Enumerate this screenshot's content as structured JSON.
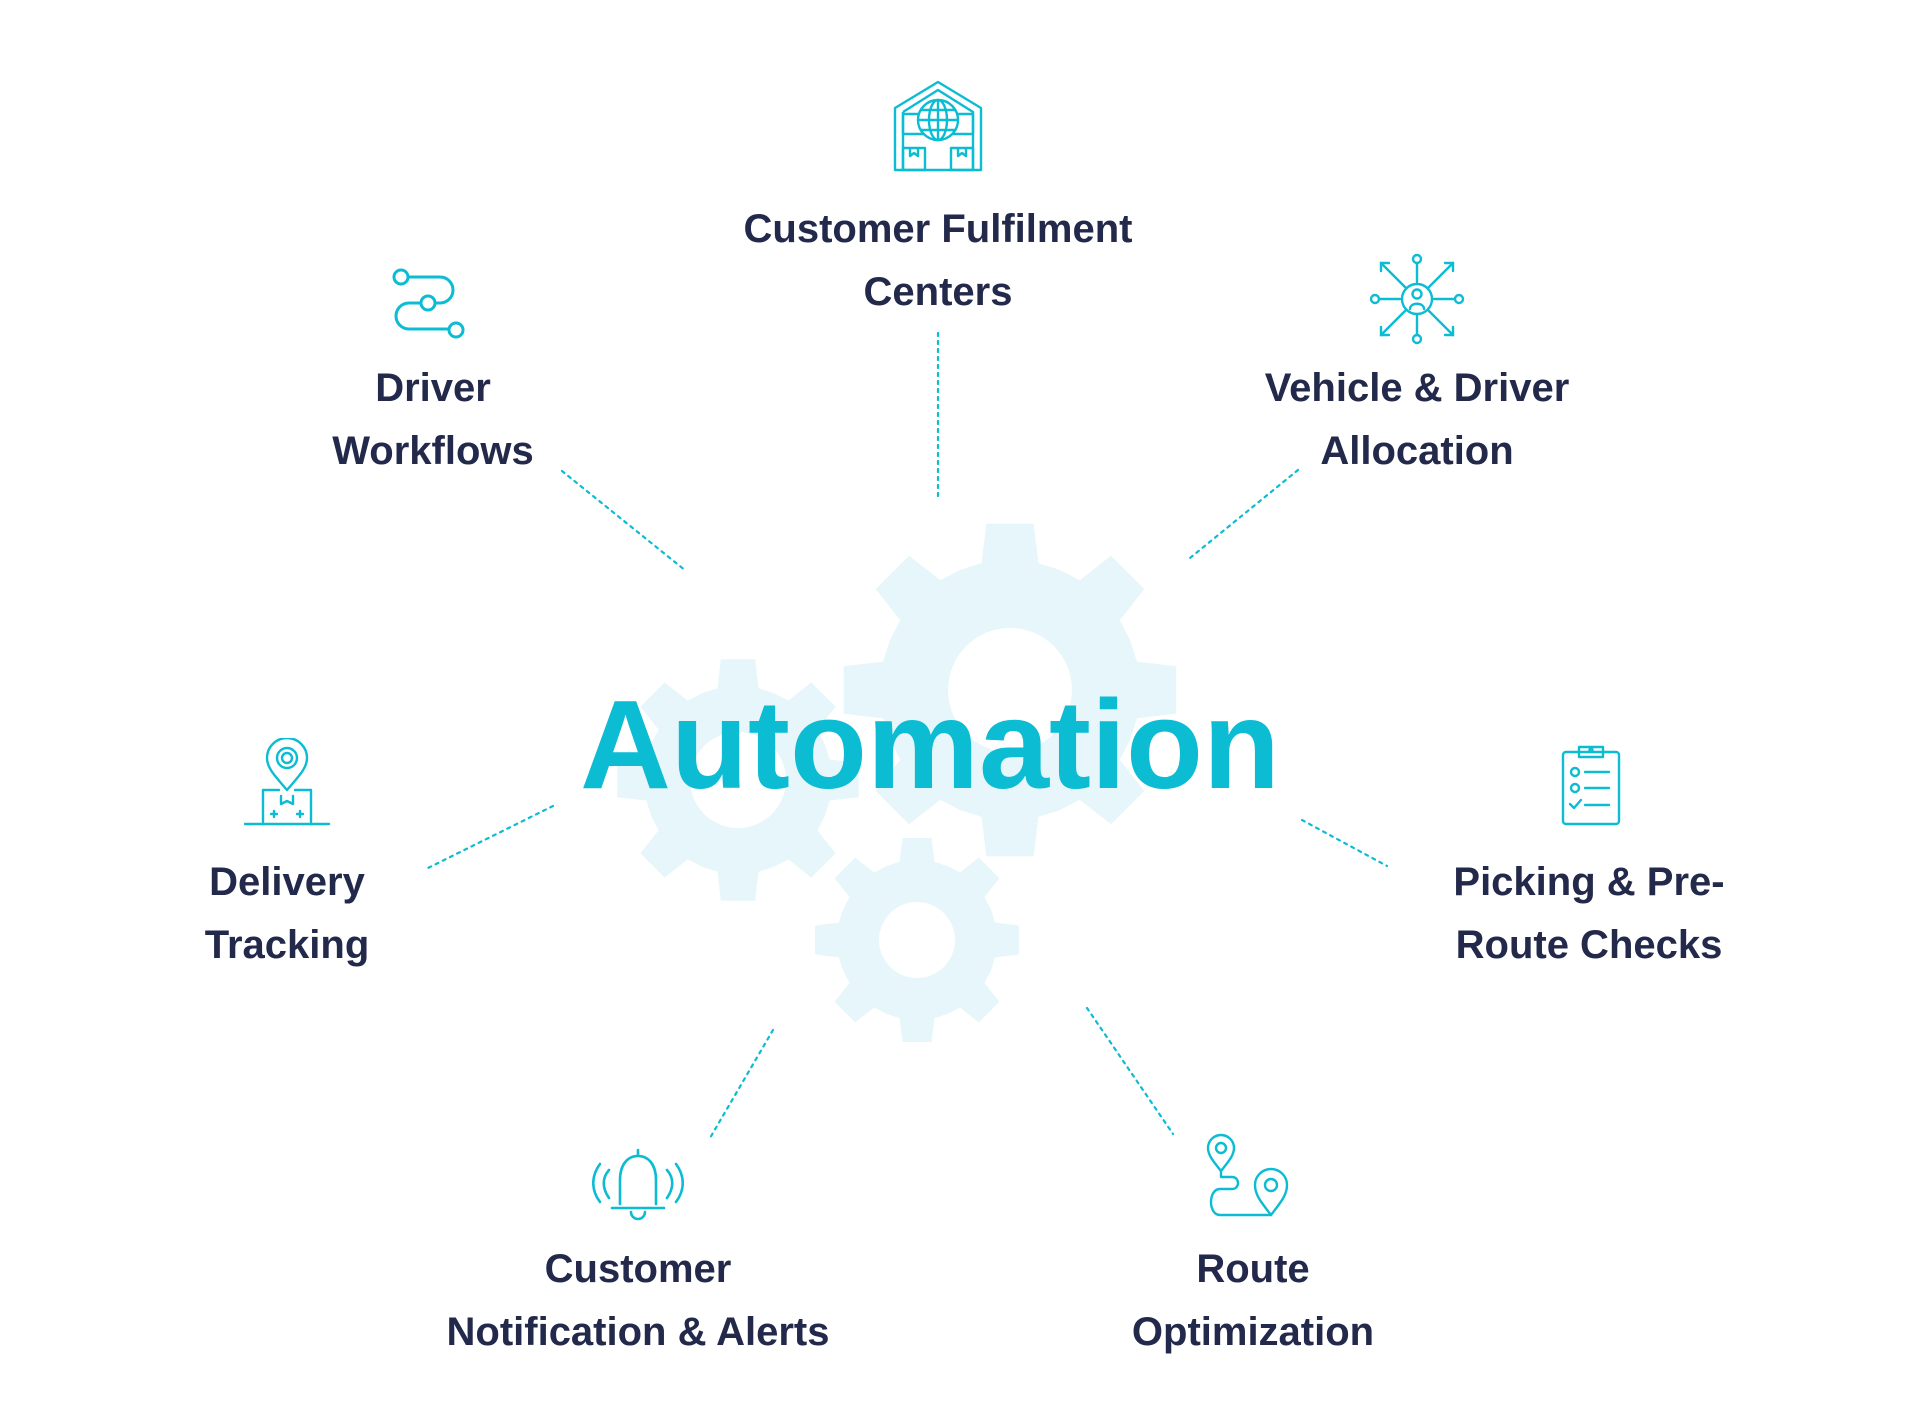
{
  "center": {
    "title": "Automation"
  },
  "nodes": [
    {
      "id": "fulfilment",
      "icon": "warehouse-globe-icon",
      "lines": [
        "Customer Fulfilment",
        "Centers"
      ]
    },
    {
      "id": "allocation",
      "icon": "network-person-icon",
      "lines": [
        "Vehicle & Driver",
        "Allocation"
      ]
    },
    {
      "id": "picking",
      "icon": "clipboard-checklist-icon",
      "lines": [
        "Picking & Pre-",
        "Route Checks"
      ]
    },
    {
      "id": "route",
      "icon": "route-pins-icon",
      "lines": [
        "Route",
        "Optimization"
      ]
    },
    {
      "id": "notification",
      "icon": "bell-alert-icon",
      "lines": [
        "Customer",
        "Notification & Alerts"
      ]
    },
    {
      "id": "tracking",
      "icon": "location-box-icon",
      "lines": [
        "Delivery",
        "Tracking"
      ]
    },
    {
      "id": "workflows",
      "icon": "workflow-path-icon",
      "lines": [
        "Driver",
        "Workflows"
      ]
    }
  ],
  "colors": {
    "accent": "#0bbcd3",
    "text": "#23294a",
    "gear": "#e7f6fa"
  }
}
